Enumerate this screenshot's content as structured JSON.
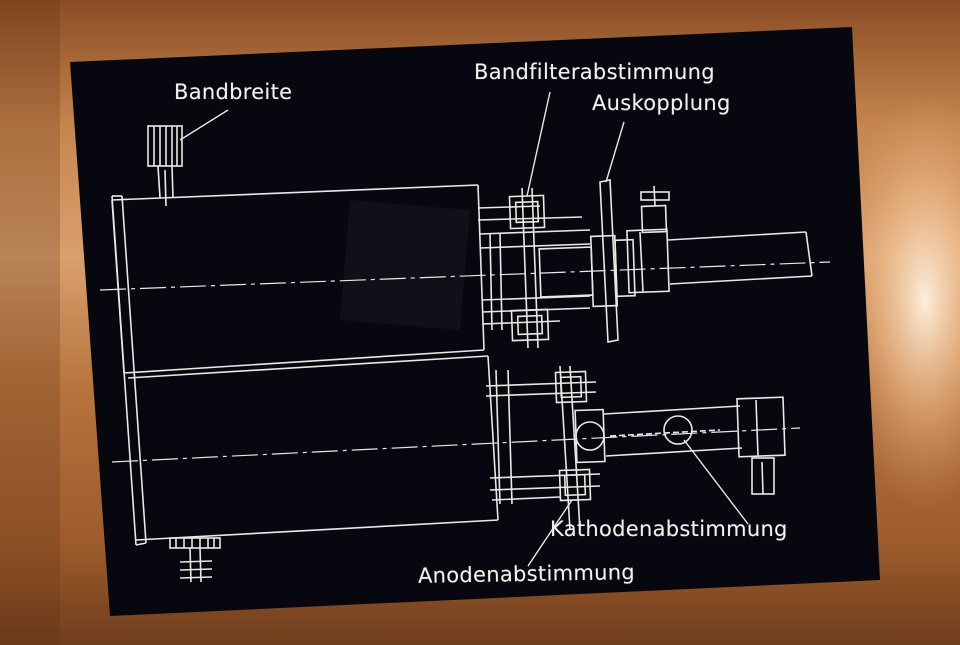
{
  "colors": {
    "copper_base": "#b8743f",
    "copper_light": "#e8b283",
    "copper_dark": "#6e3d1c",
    "plate": "#07080f",
    "engraving": "#e9e9e3"
  },
  "labels": {
    "bandbreite": "Bandbreite",
    "bandfilterabstimmung": "Bandfilterabstimmung",
    "auskopplung": "Auskopplung",
    "kathodenabstimmung": "Kathodenabstimmung",
    "anodenabstimmung": "Anodenabstimmung"
  }
}
